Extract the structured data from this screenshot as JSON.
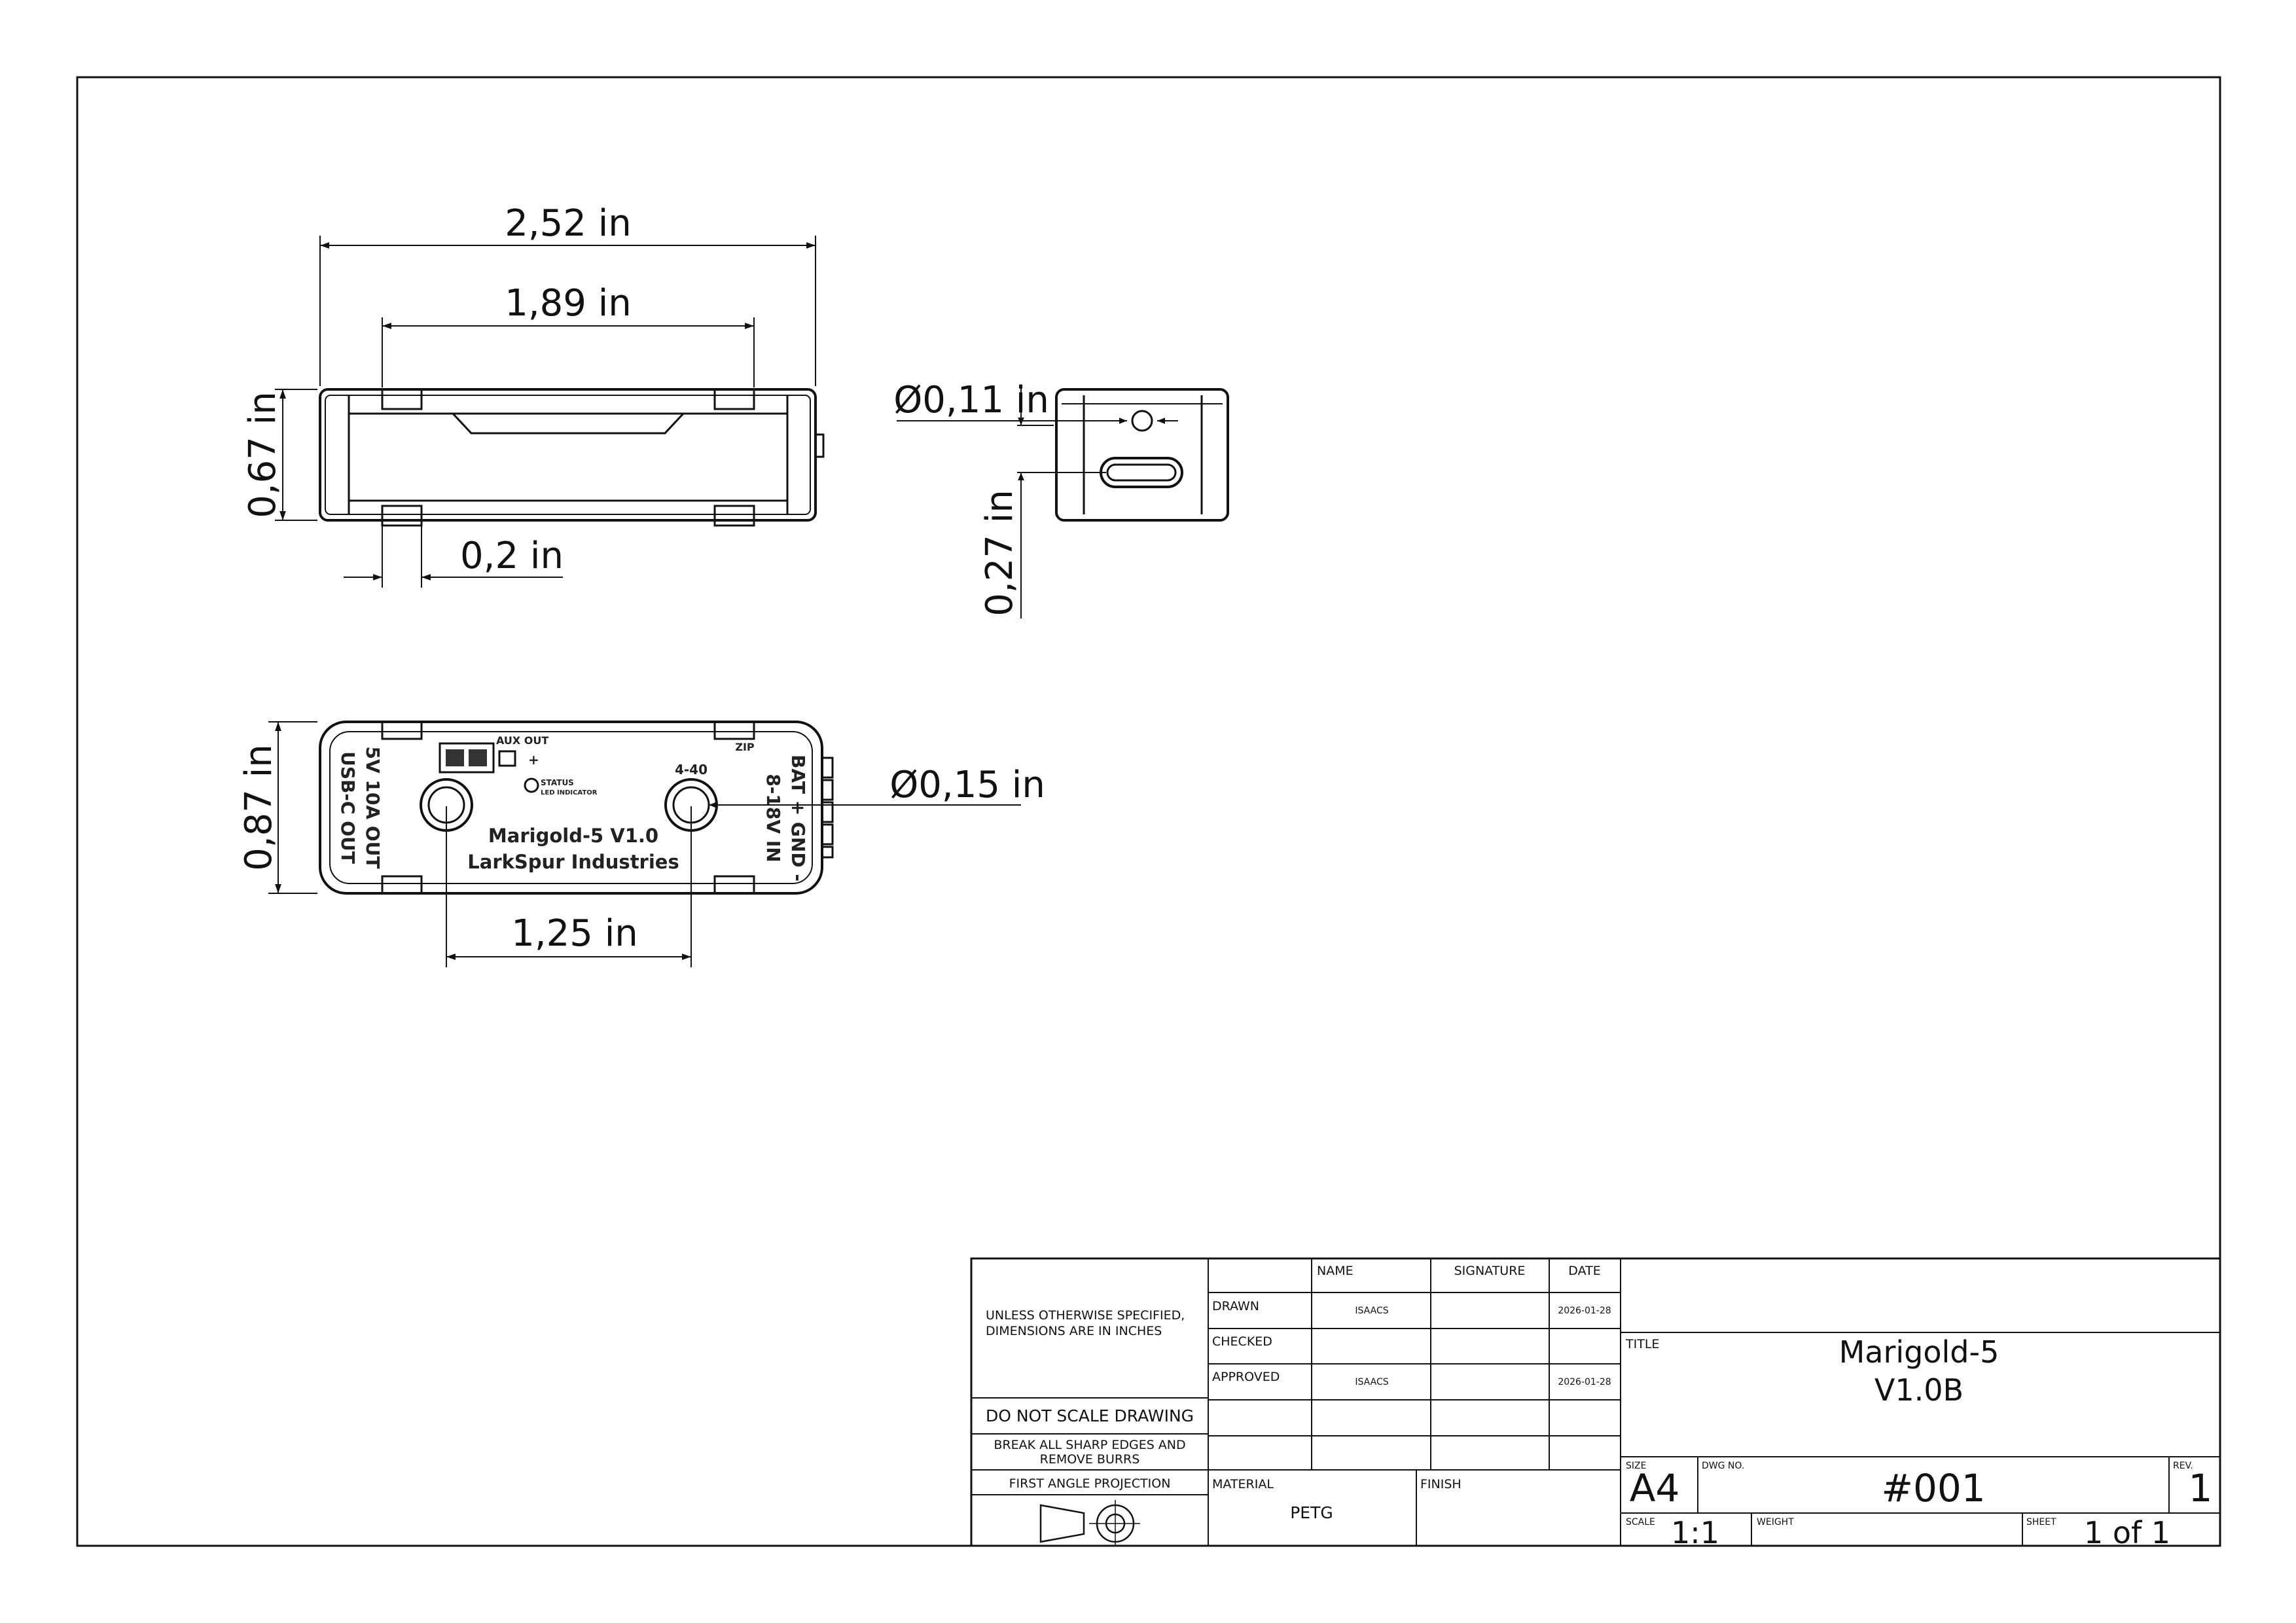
{
  "dimensions": {
    "top_overall_width": "2,52 in",
    "top_inner_width": "1,89 in",
    "top_height": "0,67 in",
    "top_tab_width": "0,2 in",
    "side_hole_dia": "Ø0,11 in",
    "side_usb_offset": "0,27 in",
    "front_height": "0,87 in",
    "front_hole_dia": "Ø0,15 in",
    "front_hole_spacing": "1,25 in"
  },
  "silkscreen": {
    "aux_out": "AUX OUT",
    "zip": "ZIP",
    "mount_left": "4-40",
    "left_line1": "5V 10A OUT",
    "left_line2": "USB-C OUT",
    "right_line1": "8-18V IN",
    "right_line2": "BAT + GND -",
    "product": "Marigold-5 V1.0",
    "maker": "LarkSpur Industries",
    "status": "STATUS",
    "status_sub": "LED INDICATOR"
  },
  "title_block": {
    "tolerance_note_1": "UNLESS OTHERWISE SPECIFIED,",
    "tolerance_note_2": "DIMENSIONS ARE IN INCHES",
    "no_scale": "DO NOT SCALE DRAWING",
    "edges_1": "BREAK ALL SHARP EDGES AND",
    "edges_2": "REMOVE BURRS",
    "projection": "FIRST ANGLE PROJECTION",
    "col_name": "NAME",
    "col_signature": "SIGNATURE",
    "col_date": "DATE",
    "row_drawn": "DRAWN",
    "row_checked": "CHECKED",
    "row_approved": "APPROVED",
    "drawn_name": "ISAACS",
    "drawn_date": "2026-01-28",
    "approved_name": "ISAACS",
    "approved_date": "2026-01-28",
    "material_label": "MATERIAL",
    "material_value": "PETG",
    "finish_label": "FINISH",
    "title_label": "TITLE",
    "title_line1": "Marigold-5",
    "title_line2": "V1.0B",
    "size_label": "SIZE",
    "size_value": "A4",
    "dwg_no_label": "DWG NO.",
    "dwg_no_value": "#001",
    "rev_label": "REV.",
    "rev_value": "1",
    "scale_label": "SCALE",
    "scale_value": "1:1",
    "weight_label": "WEIGHT",
    "sheet_label": "SHEET",
    "sheet_value": "1 of 1"
  }
}
